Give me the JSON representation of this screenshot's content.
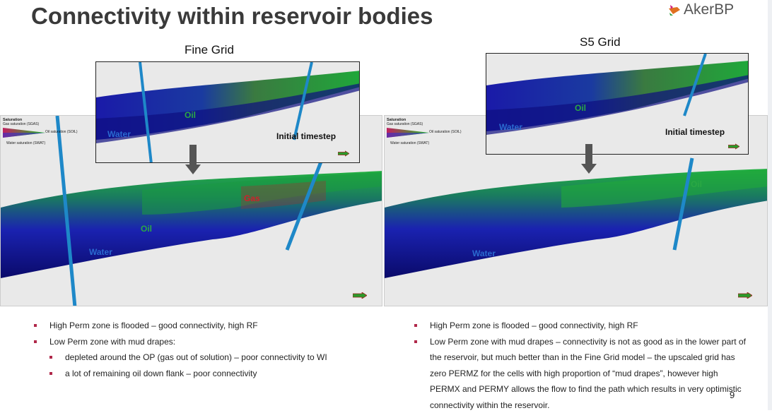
{
  "title": "Connectivity within reservoir bodies",
  "logo": {
    "text": "AkerBP"
  },
  "legend": {
    "title": "Saturation",
    "gas": "Gas saturation (SGAS)",
    "oil": "Oil saturation (SOIL)",
    "water": "Water saturation (SWAT)"
  },
  "left": {
    "grid_label": "Fine Grid",
    "inset": {
      "water": "Water",
      "oil": "Oil",
      "timestep": "Initial timestep"
    },
    "main": {
      "gas": "Gas",
      "oil": "Oil",
      "water": "Water"
    }
  },
  "right": {
    "grid_label": "S5 Grid",
    "inset": {
      "water": "Water",
      "oil": "Oil",
      "timestep": "Initial timestep"
    },
    "main": {
      "oil": "Oil",
      "water": "Water"
    }
  },
  "bullets_left": [
    {
      "level": 1,
      "text": "High Perm zone is flooded – good connectivity, high RF"
    },
    {
      "level": 1,
      "text": "Low Perm zone with mud drapes:"
    },
    {
      "level": 2,
      "text": "depleted around the OP (gas out of solution) – poor connectivity to WI"
    },
    {
      "level": 2,
      "text": "a lot of remaining oil down flank – poor connectivity"
    }
  ],
  "bullets_right": [
    {
      "level": 1,
      "text": "High Perm zone is flooded – good connectivity, high RF"
    },
    {
      "level": 1,
      "text": "Low Perm zone with mud drapes – connectivity is not as good as in the lower part of the reservoir, but much better than in the Fine Grid model – the upscaled grid has zero PERMZ for the cells with high proportion of “mud drapes”, however high PERMX and PERMY allows the flow to find the path which results in very optimistic connectivity within the reservoir."
    }
  ],
  "page_number": "9",
  "colors": {
    "water": "#1a1aa8",
    "oil": "#1fa83a",
    "gas": "#d0202a",
    "well": "#1e88c8"
  }
}
